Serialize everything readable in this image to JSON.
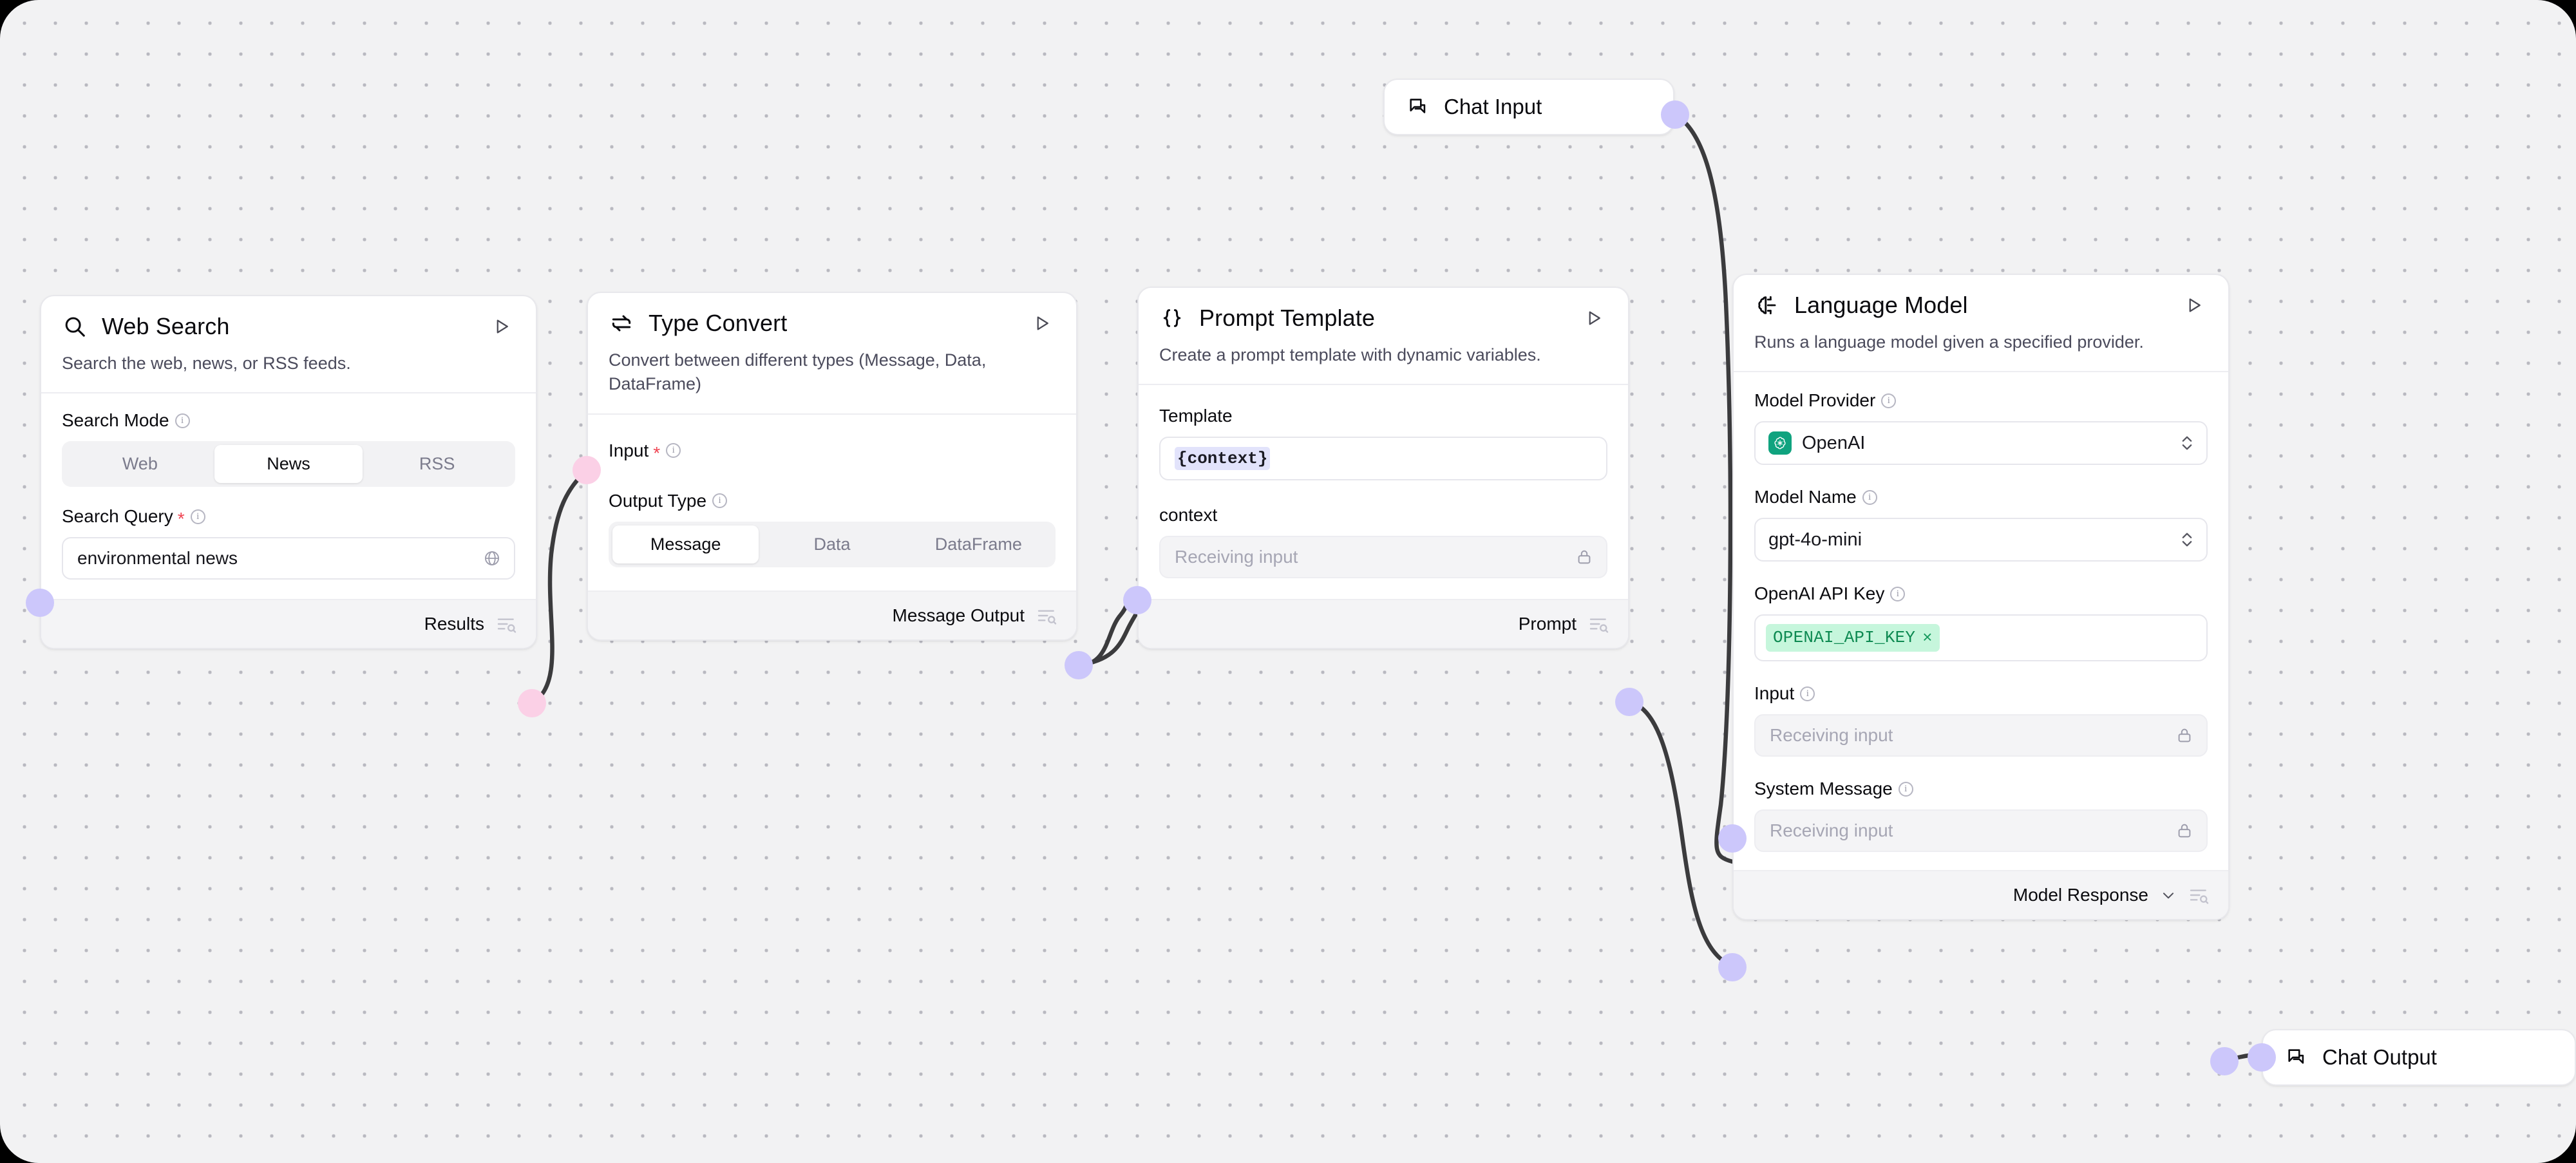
{
  "canvas": {
    "background_color": "#f2f2f3",
    "grid_dot_color": "#b9b9c0"
  },
  "colors": {
    "port_blue": "#4b3ce8",
    "port_pink": "#e0247c",
    "edge": "#3b3b3d",
    "accent_green": "#10a37f",
    "required_star": "#ef4452",
    "chip_text": "#0e8a52",
    "chip_bg": "#c6f6dc"
  },
  "nodes": {
    "chat_input": {
      "label": "Chat Input",
      "icon": "chat-bubbles-icon"
    },
    "web_search": {
      "title": "Web Search",
      "icon": "search-icon",
      "run_icon": "play-icon",
      "description": "Search the web, news, or RSS feeds.",
      "fields": {
        "search_mode": {
          "label": "Search Mode",
          "info_icon": "info-icon",
          "options": [
            "Web",
            "News",
            "RSS"
          ],
          "selected": "News"
        },
        "search_query": {
          "label": "Search Query",
          "required": "*",
          "info_icon": "info-icon",
          "value": "environmental news",
          "trailing_icon": "globe-icon"
        }
      },
      "output": {
        "label": "Results",
        "inspect_icon": "inspect-output-icon"
      }
    },
    "type_convert": {
      "title": "Type Convert",
      "icon": "repeat-arrows-icon",
      "run_icon": "play-icon",
      "description": "Convert between different types (Message, Data, DataFrame)",
      "fields": {
        "input": {
          "label": "Input",
          "required": "*",
          "info_icon": "info-icon"
        },
        "output_type": {
          "label": "Output Type",
          "info_icon": "info-icon",
          "options": [
            "Message",
            "Data",
            "DataFrame"
          ],
          "selected": "Message"
        }
      },
      "output": {
        "label": "Message Output",
        "inspect_icon": "inspect-output-icon"
      }
    },
    "prompt_template": {
      "title": "Prompt Template",
      "icon": "curly-braces-icon",
      "run_icon": "play-icon",
      "description": "Create a prompt template with dynamic variables.",
      "fields": {
        "template": {
          "label": "Template",
          "value": "{context}"
        },
        "context": {
          "label": "context",
          "placeholder": "Receiving input",
          "trailing_icon": "lock-icon",
          "locked": true
        }
      },
      "output": {
        "label": "Prompt",
        "inspect_icon": "inspect-output-icon"
      }
    },
    "language_model": {
      "title": "Language Model",
      "icon": "brain-circuit-icon",
      "run_icon": "play-icon",
      "description": "Runs a language model given a specified provider.",
      "fields": {
        "model_provider": {
          "label": "Model Provider",
          "info_icon": "info-icon",
          "value": "OpenAI",
          "badge_icon": "openai-logo-icon",
          "caret_icon": "chevron-updown-icon"
        },
        "model_name": {
          "label": "Model Name",
          "info_icon": "info-icon",
          "value": "gpt-4o-mini",
          "caret_icon": "chevron-updown-icon"
        },
        "openai_api_key": {
          "label": "OpenAI API Key",
          "info_icon": "info-icon",
          "chip": "OPENAI_API_KEY",
          "chip_remove": "×"
        },
        "input": {
          "label": "Input",
          "info_icon": "info-icon",
          "placeholder": "Receiving input",
          "trailing_icon": "lock-icon",
          "locked": true
        },
        "system_message": {
          "label": "System Message",
          "info_icon": "info-icon",
          "placeholder": "Receiving input",
          "trailing_icon": "lock-icon",
          "locked": true
        }
      },
      "output": {
        "label": "Model Response",
        "caret_icon": "chevron-down-icon",
        "inspect_icon": "inspect-output-icon"
      }
    },
    "chat_output": {
      "label": "Chat Output",
      "icon": "chat-bubbles-icon"
    }
  },
  "connections": [
    {
      "from": "web_search.results",
      "to": "type_convert.input",
      "color": "#e0247c"
    },
    {
      "from": "type_convert.message_output",
      "to": "prompt_template.context",
      "color": "#4b3ce8"
    },
    {
      "from": "chat_input.output",
      "to": "language_model.input",
      "color": "#4b3ce8"
    },
    {
      "from": "prompt_template.prompt",
      "to": "language_model.system_message",
      "color": "#4b3ce8"
    },
    {
      "from": "language_model.model_response",
      "to": "chat_output.input",
      "color": "#4b3ce8"
    }
  ]
}
